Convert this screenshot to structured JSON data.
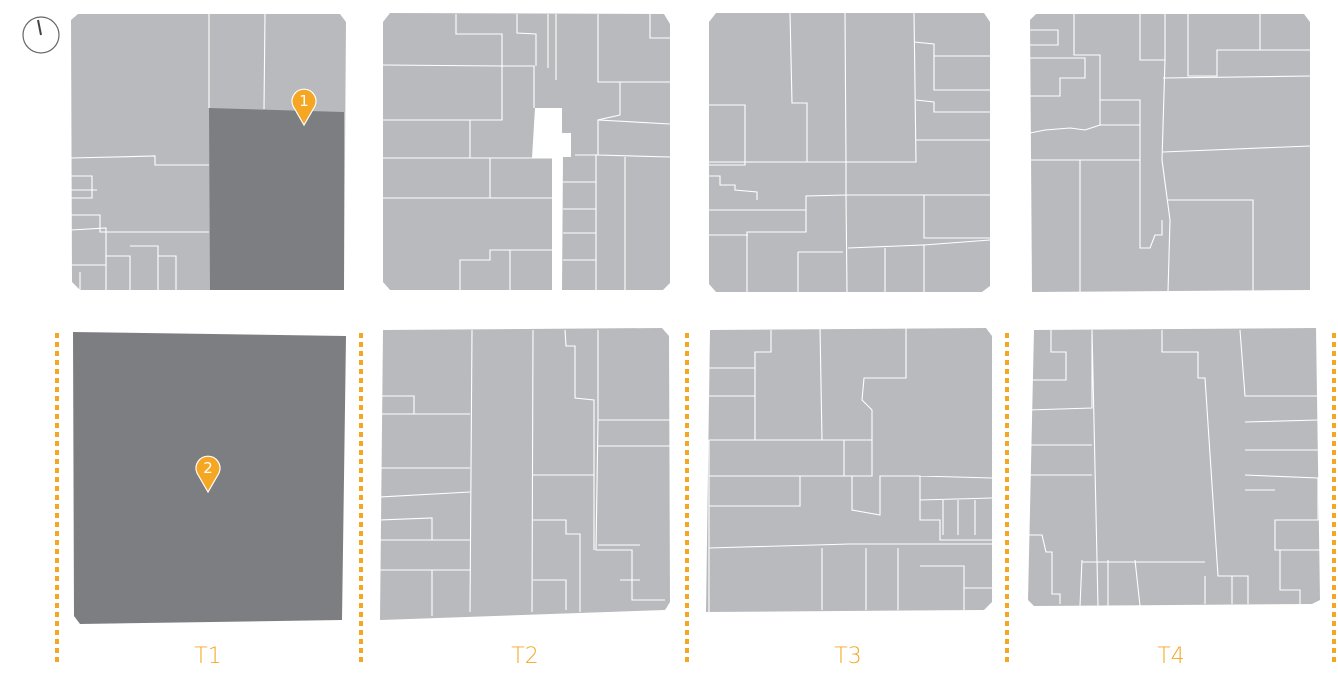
{
  "colors": {
    "parcel": "#b9babd",
    "highlight": "#7d7e82",
    "divider": "#f5a623",
    "marker": "#f5a623",
    "line": "#ffffff"
  },
  "icons": {
    "top_left": "compass-dial-icon"
  },
  "columns": [
    {
      "label": "T1"
    },
    {
      "label": "T2"
    },
    {
      "label": "T3"
    },
    {
      "label": "T4"
    }
  ],
  "markers": [
    {
      "number": "1"
    },
    {
      "number": "2"
    }
  ]
}
